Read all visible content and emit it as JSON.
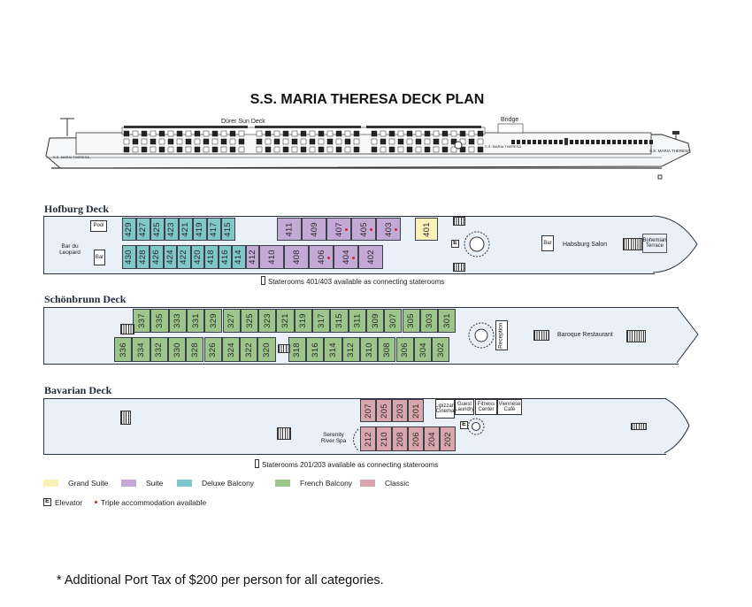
{
  "title": "S.S.  MARIA THERESA DECK PLAN",
  "ship_profile": {
    "sun_deck_label": "Dürer Sun Deck",
    "bridge_label": "Bridge",
    "hull_name_left": "S.S. MARIA THERESA",
    "hull_name_mid": "S.S. MARIA THERESA",
    "hull_name_right": "S.S. MARIA THERESA"
  },
  "decks": {
    "hofburg": {
      "name": "Hofburg Deck",
      "top_row": [
        "429",
        "427",
        "425",
        "423",
        "421",
        "419",
        "417",
        "415",
        "411",
        "409",
        "407",
        "405",
        "403",
        "401"
      ],
      "bottom_row": [
        "430",
        "428",
        "426",
        "424",
        "422",
        "420",
        "418",
        "416",
        "414",
        "412",
        "410",
        "408",
        "406",
        "404",
        "402"
      ],
      "labels": {
        "pool": "Pool",
        "bar_du_leopard": "Bar du Leopard",
        "bar_left": "Bar",
        "bar_right": "Bar",
        "habsburg_salon": "Habsburg Salon",
        "bohemian_terrace": "Bohemian Terrace",
        "elevator": "E"
      },
      "note": "Staterooms 401/403 available as connecting staterooms"
    },
    "schonbrunn": {
      "name": "Schönbrunn Deck",
      "top_row": [
        "337",
        "335",
        "333",
        "331",
        "329",
        "327",
        "325",
        "323",
        "321",
        "319",
        "317",
        "315",
        "311",
        "309",
        "307",
        "305",
        "303",
        "301"
      ],
      "bottom_row": [
        "336",
        "334",
        "332",
        "330",
        "328",
        "326",
        "324",
        "322",
        "320",
        "318",
        "316",
        "314",
        "312",
        "310",
        "308",
        "306",
        "304",
        "302"
      ],
      "labels": {
        "reception": "Reception",
        "baroque_restaurant": "Baroque Restaurant"
      }
    },
    "bavarian": {
      "name": "Bavarian Deck",
      "top_row": [
        "207",
        "205",
        "203",
        "201"
      ],
      "bottom_row": [
        "212",
        "210",
        "208",
        "206",
        "204",
        "202"
      ],
      "labels": {
        "lipizzan_cinema": "Lipizzan Cinema",
        "guest_laundry": "Guest Laundry",
        "fitness_center": "Fitness Center",
        "viennese_cafe": "Viennese Café",
        "serenity_river_spa": "Serenity River Spa",
        "elevator": "E"
      },
      "note": "Staterooms 201/203 available as connecting staterooms"
    }
  },
  "legend": {
    "items": [
      {
        "label": "Grand Suite",
        "color": "#fbf0b8"
      },
      {
        "label": "Suite",
        "color": "#c4a9d6"
      },
      {
        "label": "Deluxe Balcony",
        "color": "#7fc7c9"
      },
      {
        "label": "French Balcony",
        "color": "#9dc48a"
      },
      {
        "label": "Classic",
        "color": "#d9a6ae"
      }
    ],
    "elevator_key": "E",
    "elevator_label": "Elevator",
    "triple_label": "Triple accommodation available"
  },
  "triple_cabins": [
    "407",
    "405",
    "403",
    "406",
    "404"
  ],
  "footnote": "* Additional Port Tax of $200 per person for all categories."
}
